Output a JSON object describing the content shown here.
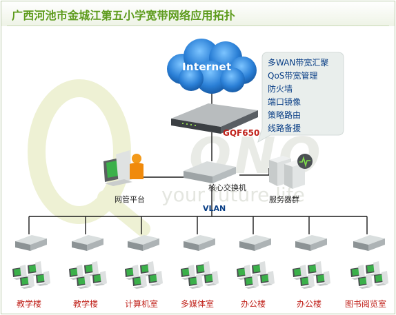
{
  "title": "广西河池市金城江第五小学宽带网络应用拓扑",
  "cloud_label": "Internet",
  "features": [
    "多WAN带宽汇聚",
    "QoS带宽管理",
    "防火墙",
    "端口镜像",
    "策略路由",
    "线路备援"
  ],
  "router_label": "GQF650",
  "switch_label": "核心交换机",
  "admin_label": "网管平台",
  "server_label": "服务器群",
  "vlan_label": "VLAN",
  "watermark_brand": "QNO",
  "watermark_text": "your future life",
  "rooms": [
    "教学楼",
    "教学楼",
    "计算机室",
    "多媒体室",
    "办公楼",
    "办公楼",
    "图书阅览室"
  ],
  "colors": {
    "title": "#5d9b1c",
    "features": "#0a3f86",
    "rooms": "#c0211a",
    "router_label": "#c0211a",
    "cloud": "#2a7fd6",
    "lines": "#1a1a1a"
  }
}
